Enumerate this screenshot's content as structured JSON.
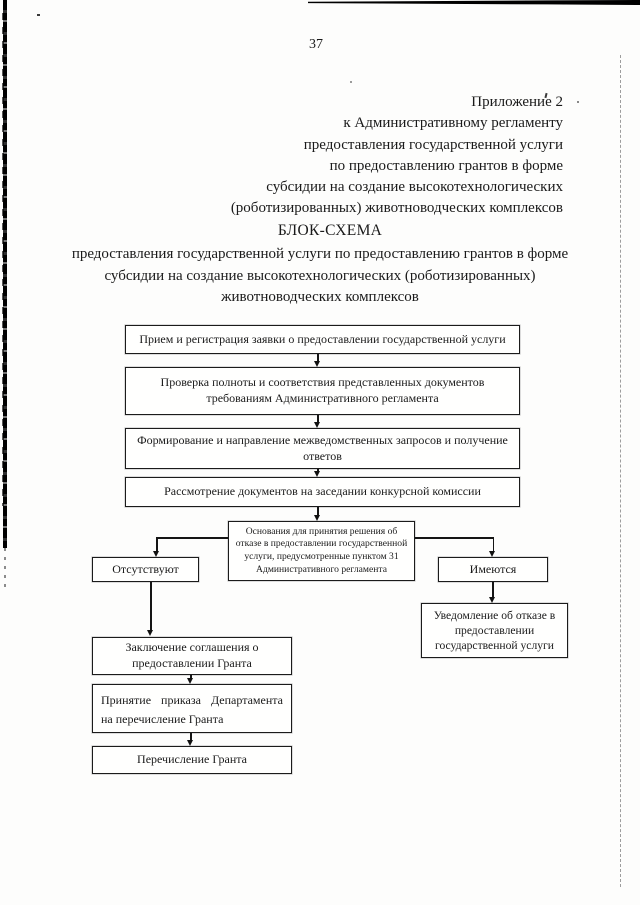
{
  "page_number": "37",
  "header": {
    "lines": [
      "Приложение 2",
      "к Административному регламенту",
      "предоставления государственной услуги",
      "по предоставлению грантов в форме",
      "субсидии на создание высокотехнологических",
      "(роботизированных) животноводческих комплексов"
    ]
  },
  "title": {
    "heading": "БЛОК-СХЕМА",
    "subtitle": "предоставления государственной услуги по предоставлению грантов в форме субсидии на создание высокотехнологических (роботизированных) животноводческих комплексов"
  },
  "flowchart": {
    "steps": {
      "reception": "Прием и регистрация заявки о предоставлении государственной услуги",
      "verification": "Проверка полноты и соответствия представленных документов требованиям Административного регламента",
      "interagency": "Формирование и направление межведомственных запросов и получение ответов",
      "review": "Рассмотрение документов на заседании конкурсной комиссии",
      "decision": "Основания для принятия решения об отказе в предоставлении государственной услуги, предусмотренные пунктом 31 Административного регламента",
      "absent": "Отсутствуют",
      "present": "Имеются",
      "refusal_notice": "Уведомление об отказе в предоставлении государственной услуги",
      "agreement": "Заключение соглашения о предоставлении Гранта",
      "order": "Принятие приказа Департамента на перечисление Гранта",
      "transfer": "Перечисление Гранта"
    }
  },
  "colors": {
    "ink": "#1a1a1a",
    "paper": "#fdfdfc",
    "box_border": "#1b1b1b"
  }
}
